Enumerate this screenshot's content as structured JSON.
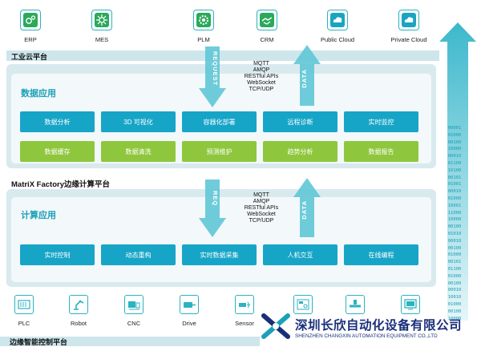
{
  "enterprise_systems": [
    {
      "label": "ERP",
      "icon": "erp-icon"
    },
    {
      "label": "MES",
      "icon": "mes-icon"
    },
    {
      "label": "PLM",
      "icon": "plm-icon"
    },
    {
      "label": "CRM",
      "icon": "crm-icon"
    },
    {
      "label": "Public Cloud",
      "icon": "cloud-icon"
    },
    {
      "label": "Private Cloud",
      "icon": "cloud-icon"
    }
  ],
  "industrial_cloud": {
    "label": "工业云平台"
  },
  "arrows_top": {
    "request": "REQUEST",
    "data": "DATA"
  },
  "protocols_top": {
    "lines": [
      "MQTT",
      "AMQP",
      "RESTful APIs",
      "WebSocket",
      "TCP/UDP"
    ]
  },
  "data_apps": {
    "title": "数据应用",
    "row1": [
      "数据分析",
      "3D 可视化",
      "容器化部署",
      "远程诊断",
      "实时监控"
    ],
    "row2": [
      "数据缓存",
      "数据清洗",
      "预测维护",
      "趋势分析",
      "数据报告"
    ]
  },
  "edge_platform": {
    "label": "MatriX Factory边缘计算平台"
  },
  "arrows_mid": {
    "request": "REQ",
    "data": "DATA"
  },
  "protocols_mid": {
    "lines": [
      "MQTT",
      "AMQP",
      "RESTful APIs",
      "WebSocket",
      "TCP/UDP"
    ]
  },
  "compute_apps": {
    "title": "计算应用",
    "items": [
      "实时控制",
      "动态重构",
      "实时数据采集",
      "人机交互",
      "在线编程"
    ]
  },
  "binary_stream": [
    "00001",
    "01000",
    "00100",
    "10000",
    "00010",
    "01100",
    "10100",
    "00101",
    "01001",
    "00010",
    "01000",
    "10001",
    "11000",
    "10000",
    "00100",
    "01010",
    "00010",
    "00100",
    "01000",
    "00101",
    "01100",
    "01000",
    "00100",
    "00010",
    "10010",
    "01000",
    "00100",
    "10000"
  ],
  "devices": [
    {
      "label": "PLC",
      "icon": "plc-icon"
    },
    {
      "label": "Robot",
      "icon": "robot-icon"
    },
    {
      "label": "CNC",
      "icon": "cnc-icon"
    },
    {
      "label": "Drive",
      "icon": "drive-icon"
    },
    {
      "label": "Sensor",
      "icon": "sensor-icon"
    },
    {
      "label": "",
      "icon": "meter-icon"
    },
    {
      "label": "",
      "icon": "valve-icon"
    },
    {
      "label": "",
      "icon": "monitor-icon"
    }
  ],
  "edge_control": {
    "label": "边缘智能控制平台"
  },
  "company": {
    "name_cn": "深圳长欣自动化设备有限公司",
    "name_en": "SHENZHEN CHANGXIN AUTOMATION EQUIPMENT CO.,LTD"
  },
  "colors": {
    "accent": "#1aa1b8",
    "tile_blue": "#17a5c7",
    "tile_green": "#8ec73d",
    "arrow": "#5fc6d6",
    "brand": "#1a2f7a"
  }
}
